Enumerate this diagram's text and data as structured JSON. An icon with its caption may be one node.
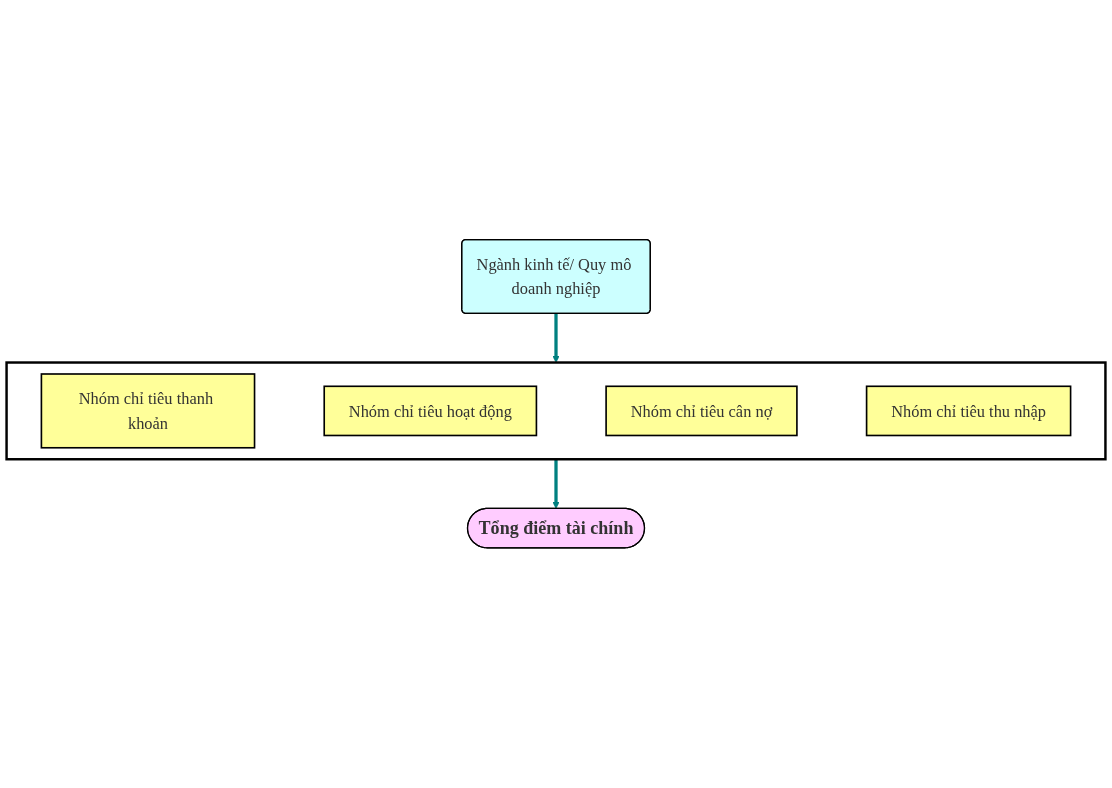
{
  "diagram": {
    "nodes": [
      {
        "text": [
          "Ngành kinh tế/ Quy mô doanh nghiệp"
        ]
      },
      {
        "text": [],
        "shape": "box"
      },
      {
        "text": [
          "Nhóm chỉ tiêu thanh khoản"
        ],
        "in": 1
      },
      {
        "text": [
          "Nhóm chỉ tiêu hoạt động"
        ],
        "in": 1
      },
      {
        "text": [
          "Nhóm chỉ tiêu cân nợ"
        ],
        "in": 1
      },
      {
        "text": [
          "Nhóm chỉ tiêu thu nhập"
        ],
        "in": 1
      },
      {
        "text": [
          "Tổng điểm tài chính"
        ]
      }
    ],
    "edges": [
      {
        "from": 0,
        "to": 1,
        "arrow": "to"
      },
      {
        "from": 1,
        "to": 6,
        "arrow": "to"
      }
    ]
  }
}
